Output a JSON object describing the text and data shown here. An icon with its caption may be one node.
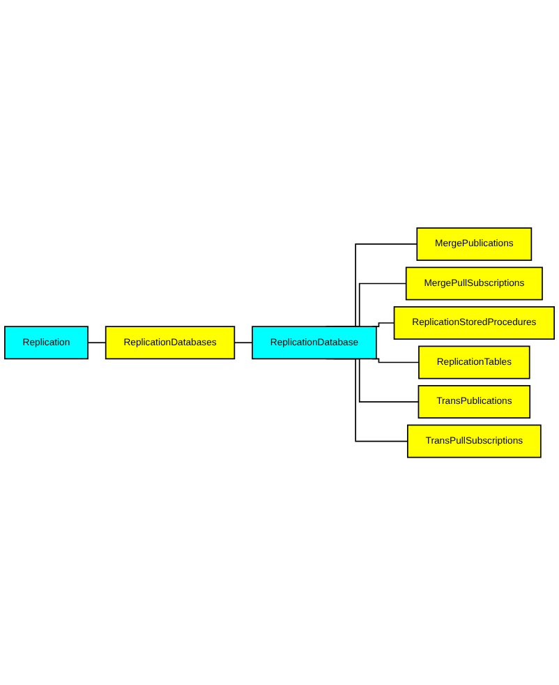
{
  "diagram": {
    "nodes": [
      {
        "text": [
          "Replication"
        ]
      },
      {
        "text": [
          "ReplicationDatabases"
        ]
      },
      {
        "text": [
          "ReplicationDatabase"
        ]
      },
      {
        "text": [
          "MergePublications"
        ]
      },
      {
        "text": [
          "MergePullSubscriptions"
        ]
      },
      {
        "text": [
          "ReplicationStoredProcedures"
        ]
      },
      {
        "text": [
          "ReplicationTables"
        ]
      },
      {
        "text": [
          "TransPublications"
        ]
      },
      {
        "text": [
          "TransPullSubscriptions"
        ]
      }
    ],
    "edges": [
      {
        "from": 0,
        "to": 1,
        "arrow": "none"
      },
      {
        "from": 1,
        "to": 2,
        "arrow": "none"
      },
      {
        "from": 2,
        "to": 3,
        "arrow": "none"
      },
      {
        "from": 2,
        "to": 4,
        "arrow": "none"
      },
      {
        "from": 2,
        "to": 5,
        "arrow": "none"
      },
      {
        "from": 2,
        "to": 6,
        "arrow": "none"
      },
      {
        "from": 2,
        "to": 7,
        "arrow": "none"
      },
      {
        "from": 2,
        "to": 8,
        "arrow": "none"
      }
    ]
  }
}
